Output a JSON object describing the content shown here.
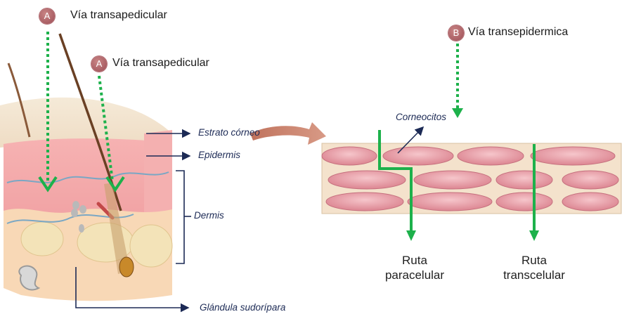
{
  "routes": {
    "a_top": {
      "badge": "A",
      "label": "Vía transapedicular"
    },
    "a_mid": {
      "badge": "A",
      "label": "Vía transapedicular"
    },
    "b": {
      "badge": "B",
      "label": "Vía transepidermica"
    }
  },
  "layers": {
    "stratum": "Estrato córneo",
    "epidermis": "Epidermis",
    "dermis": "Dermis",
    "gland": "Glándula sudorípara"
  },
  "cells": {
    "label": "Corneocitos"
  },
  "pathways": {
    "paracellular": [
      "Ruta",
      "paracelular"
    ],
    "transcellular": [
      "Ruta",
      "transcelular"
    ]
  },
  "colors": {
    "green": "#1db14b",
    "navy": "#1c2a55",
    "skin_pink": "#f2a8a8",
    "cell_pink": "#e89aa2",
    "badge": "#a85a62"
  }
}
